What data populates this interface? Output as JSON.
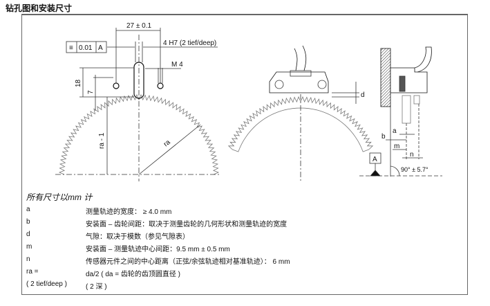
{
  "title": "钻孔图和安装尺寸",
  "drawing": {
    "dim_27": "27 ± 0.1",
    "tolerance_symbol": "≡",
    "tolerance_value": "0.01",
    "datum_ref": "A",
    "hole_4h7": "4 H7 (2 tief/deep)",
    "m4": "M 4",
    "dim_18": "18",
    "dim_7": "7",
    "ra_minus_1": "ra - 1",
    "ra": "ra",
    "d": "d",
    "a": "a",
    "b": "b",
    "m": "m",
    "n": "n",
    "datum_a": "A",
    "angle": "90° ± 5.7°"
  },
  "units_note": "所有尺寸以mm 计",
  "legend": [
    {
      "key": "a",
      "desc": "测量轨迹的宽度： ≥ 4.0 mm"
    },
    {
      "key": "b",
      "desc": "安装面 – 齿轮间距：取决于测量齿轮的几何形状和测量轨迹的宽度"
    },
    {
      "key": "d",
      "desc": "气隙：取决于模数（参见气隙表）"
    },
    {
      "key": "m",
      "desc": "安装面 – 测量轨迹中心间距：9.5 mm ± 0.5 mm"
    },
    {
      "key": "n",
      "desc": "传感器元件之间的中心距离（正弦/余弦轨迹相对基准轨迹）： 6 mm"
    },
    {
      "key": "ra =",
      "desc": "da/2 ( da = 齿轮的齿顶圆直径 )"
    },
    {
      "key": "( 2 tief/deep )",
      "desc": "( 2 深 )"
    }
  ]
}
